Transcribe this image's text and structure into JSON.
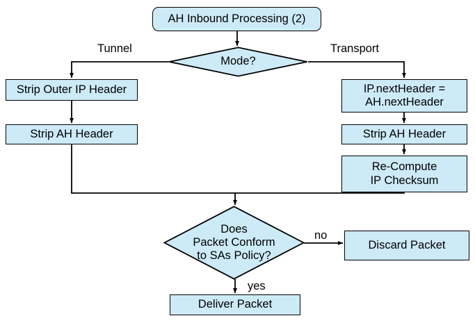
{
  "diagram": {
    "title": "AH Inbound Processing (2)",
    "palette": {
      "node_fill": "#cdeaf7",
      "node_stroke": "#000000",
      "background": "#ffffff",
      "text": "#000000"
    },
    "nodes": {
      "start": {
        "label": "AH Inbound Processing (2)",
        "shape": "rounded-rectangle"
      },
      "mode_decision": {
        "label": "Mode?",
        "shape": "diamond"
      },
      "strip_outer_ip_header": {
        "label": "Strip Outer IP Header",
        "shape": "rectangle"
      },
      "strip_ah_header_tunnel": {
        "label": "Strip AH Header",
        "shape": "rectangle"
      },
      "ip_nextheader_assign": {
        "label": "IP.nextHeader =\nAH.nextHeader",
        "shape": "rectangle"
      },
      "strip_ah_header_transport": {
        "label": "Strip AH Header",
        "shape": "rectangle"
      },
      "recompute_ip_checksum": {
        "label": "Re-Compute\nIP Checksum",
        "shape": "rectangle"
      },
      "policy_decision": {
        "label": "Does\nPacket Conform\nto SAs Policy?",
        "shape": "diamond"
      },
      "discard_packet": {
        "label": "Discard Packet",
        "shape": "rectangle"
      },
      "deliver_packet": {
        "label": "Deliver Packet",
        "shape": "rectangle"
      }
    },
    "edge_labels": {
      "tunnel": "Tunnel",
      "transport": "Transport",
      "no": "no",
      "yes": "yes"
    }
  }
}
